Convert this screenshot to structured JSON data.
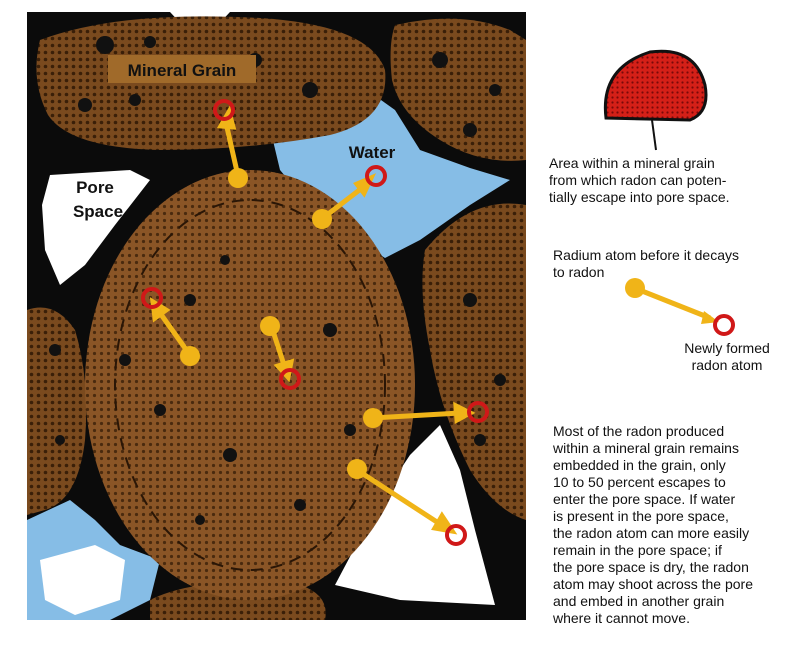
{
  "labels": {
    "mineral_grain": "Mineral Grain",
    "water": "Water",
    "pore_space_line1": "Pore",
    "pore_space_line2": "Space"
  },
  "legend": {
    "area_lines": [
      "Area within a mineral grain",
      "from which radon can poten-",
      "tially escape into pore space."
    ],
    "radium_lines": [
      "Radium atom before it decays",
      "to radon"
    ],
    "radon_lines": [
      "Newly formed",
      "radon atom"
    ],
    "paragraph_lines": [
      "Most of the radon produced",
      "within a mineral grain remains",
      "embedded in the grain, only",
      "10 to 50 percent escapes to",
      "enter the pore space. If water",
      "is present in the pore space,",
      "the radon atom can more easily",
      "remain in the pore space; if",
      "the pore space is dry, the radon",
      "atom may shoot across the pore",
      "and embed in another grain",
      "where it cannot move."
    ]
  },
  "colors": {
    "grain": "#7a4a1e",
    "grain_dark": "#4a2a0e",
    "background": "#0b0b0b",
    "water": "#86bde6",
    "pore_space": "#ffffff",
    "radium": "#f0b418",
    "radon": "#d01818",
    "label_bg": "#a06a2a"
  }
}
